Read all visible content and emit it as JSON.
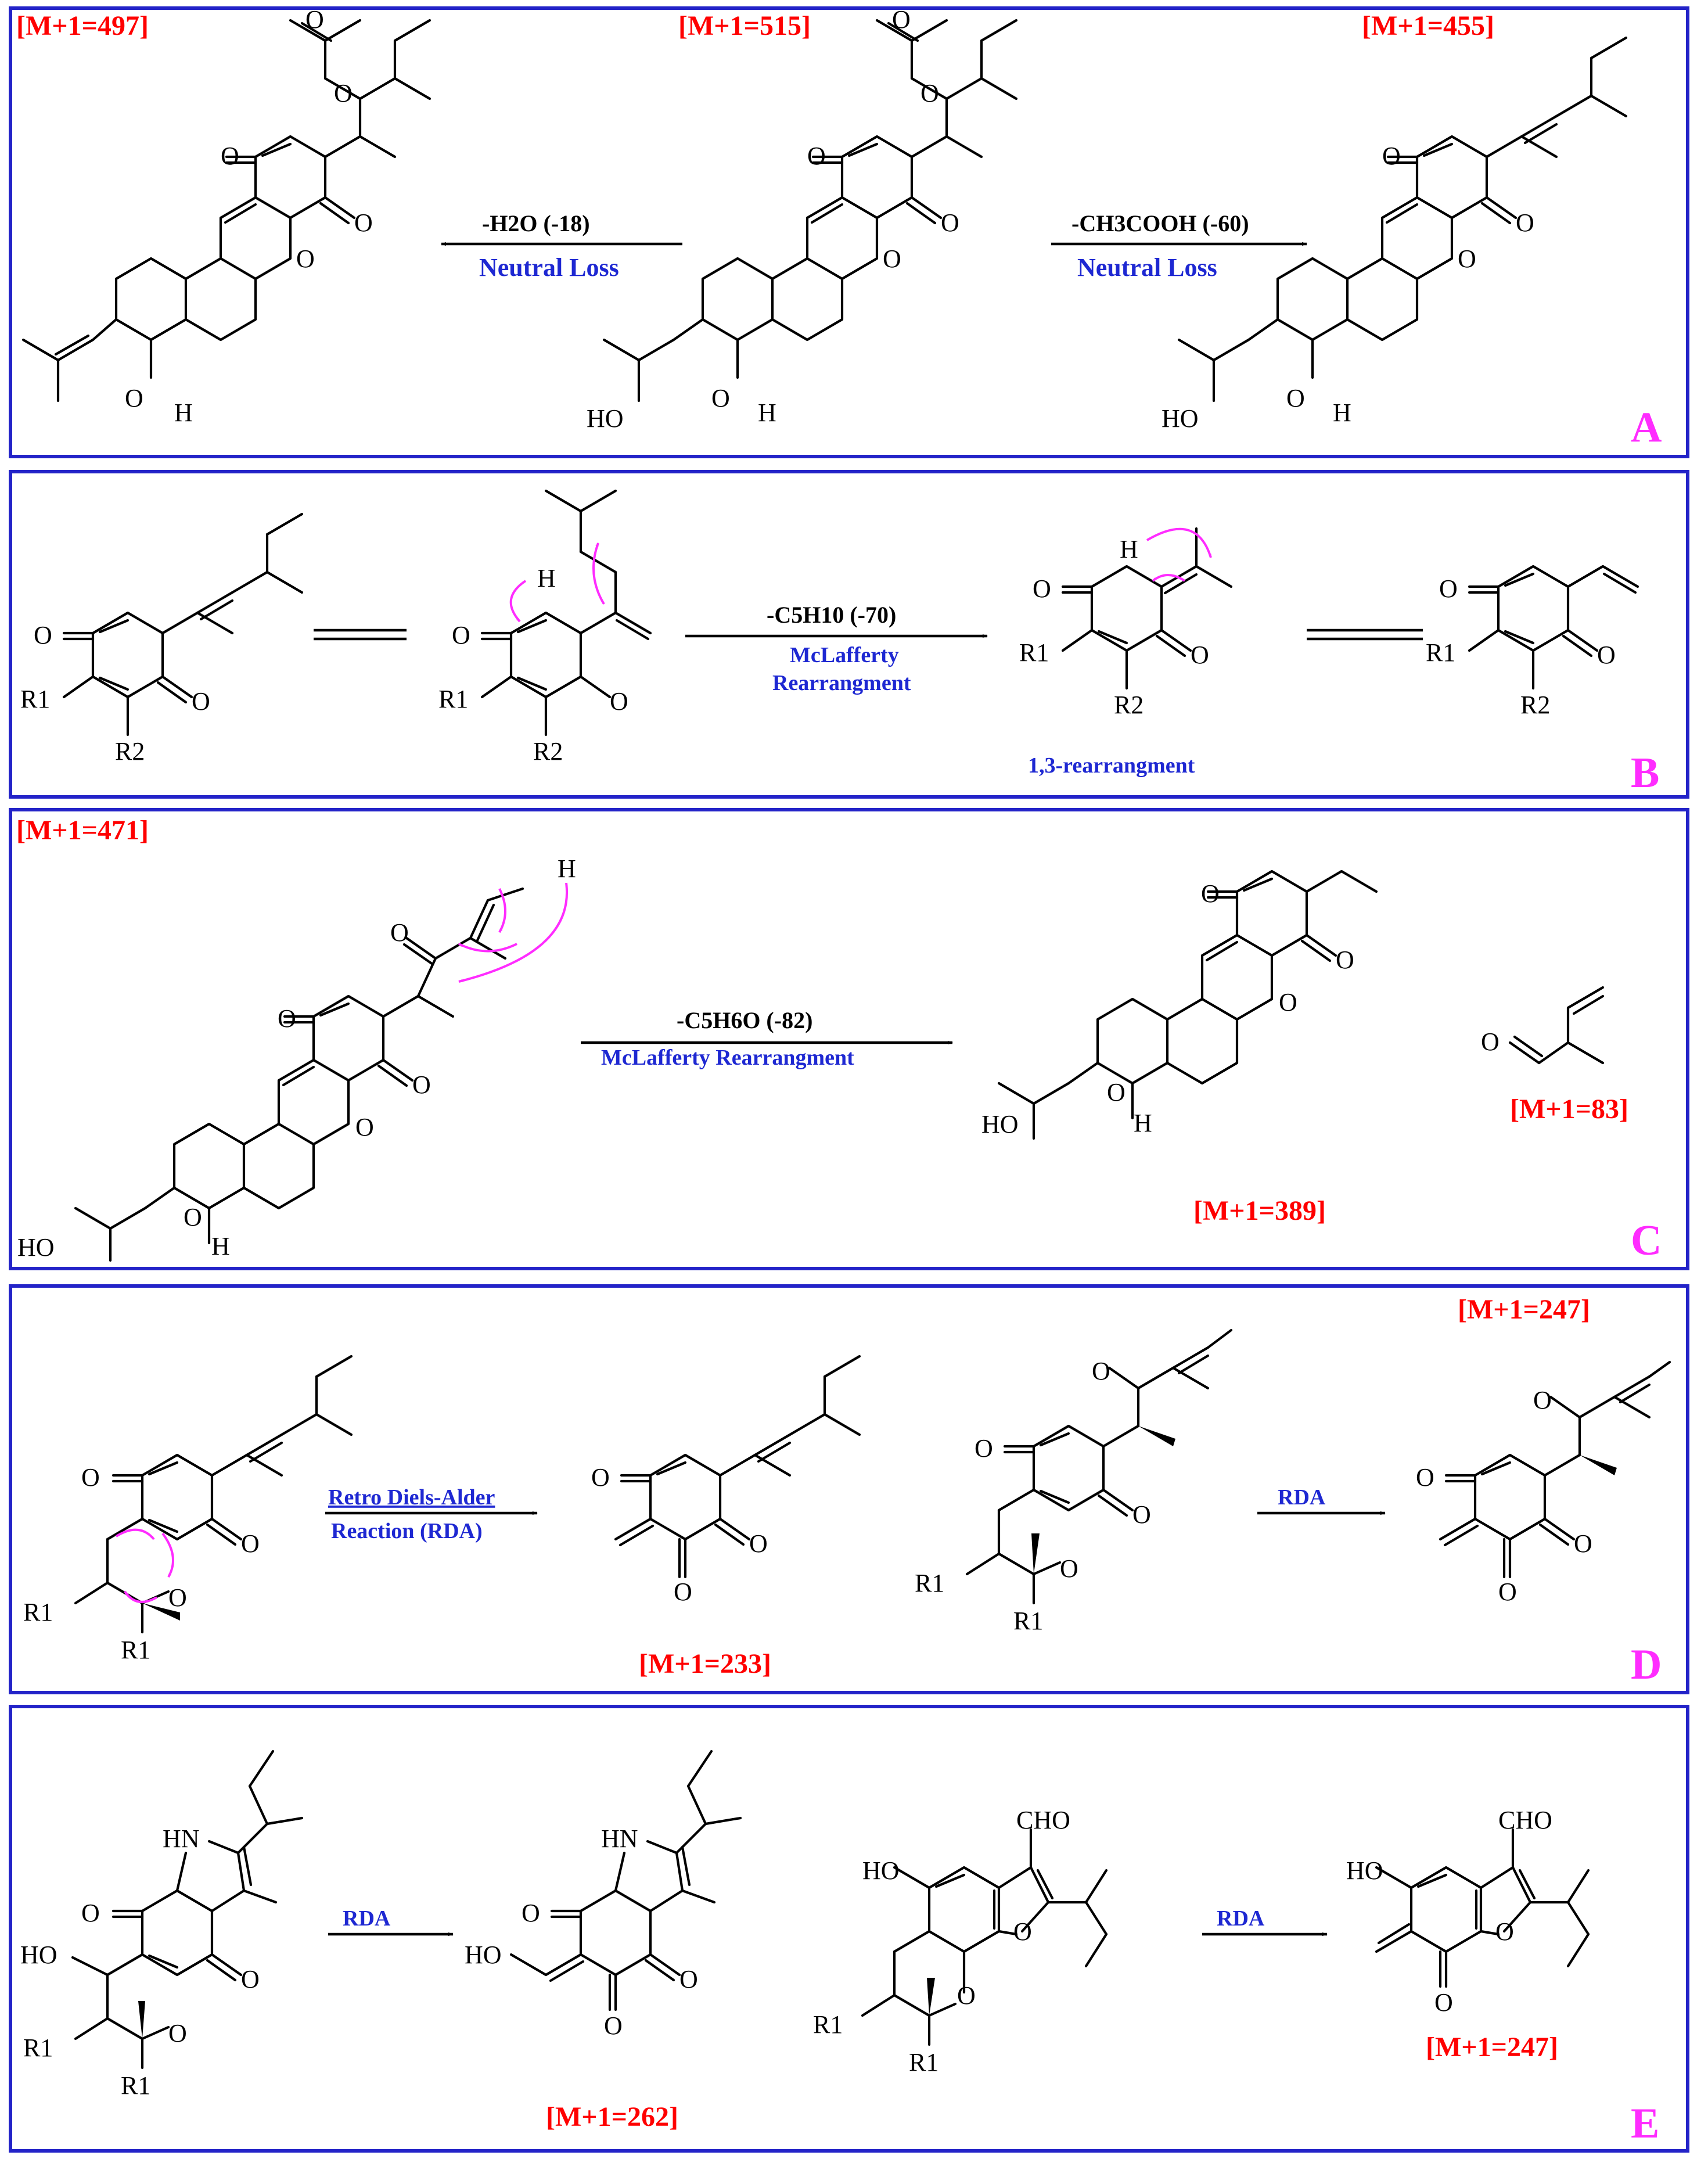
{
  "panels": {
    "A": {
      "letter": "A",
      "mass_left": "[M+1=497]",
      "mass_center": "[M+1=515]",
      "mass_right": "[M+1=455]",
      "left_arrow_condition": "-H2O  (-18)",
      "left_arrow_note": "Neutral Loss",
      "right_arrow_condition": "-CH3COOH  (-60)",
      "right_arrow_note": "Neutral Loss"
    },
    "B": {
      "letter": "B",
      "arrow_condition": "-C5H10 (-70)",
      "arrow_note_line1": "McLafferty",
      "arrow_note_line2": "Rearrangment",
      "bottom_note": "1,3-rearrangment"
    },
    "C": {
      "letter": "C",
      "mass_left": "[M+1=471]",
      "mass_product": "[M+1=389]",
      "mass_fragment": "[M+1=83]",
      "arrow_condition": "-C5H6O  (-82)",
      "arrow_note": "McLafferty Rearrangment"
    },
    "D": {
      "letter": "D",
      "mass_top_right": "[M+1=247]",
      "mass_product1": "[M+1=233]",
      "arrow1_line1": "Retro Diels-Alder",
      "arrow1_line2": "Reaction (RDA)",
      "arrow2_label": "RDA"
    },
    "E": {
      "letter": "E",
      "mass_product1": "[M+1=262]",
      "mass_product2": "[M+1=247]",
      "arrow1_label": "RDA",
      "arrow2_label": "RDA"
    }
  },
  "atom_labels": {
    "O": "O",
    "H": "H",
    "HO": "HO",
    "HN": "HN",
    "CHO": "CHO",
    "R1": "R1",
    "R2": "R2"
  },
  "colors": {
    "panel_border": "#2323c8",
    "mass_label": "#ff0000",
    "mechanism_arrow": "#ff2cff",
    "panel_letter": "#ff2cff",
    "blue_note": "#1e28d2"
  }
}
